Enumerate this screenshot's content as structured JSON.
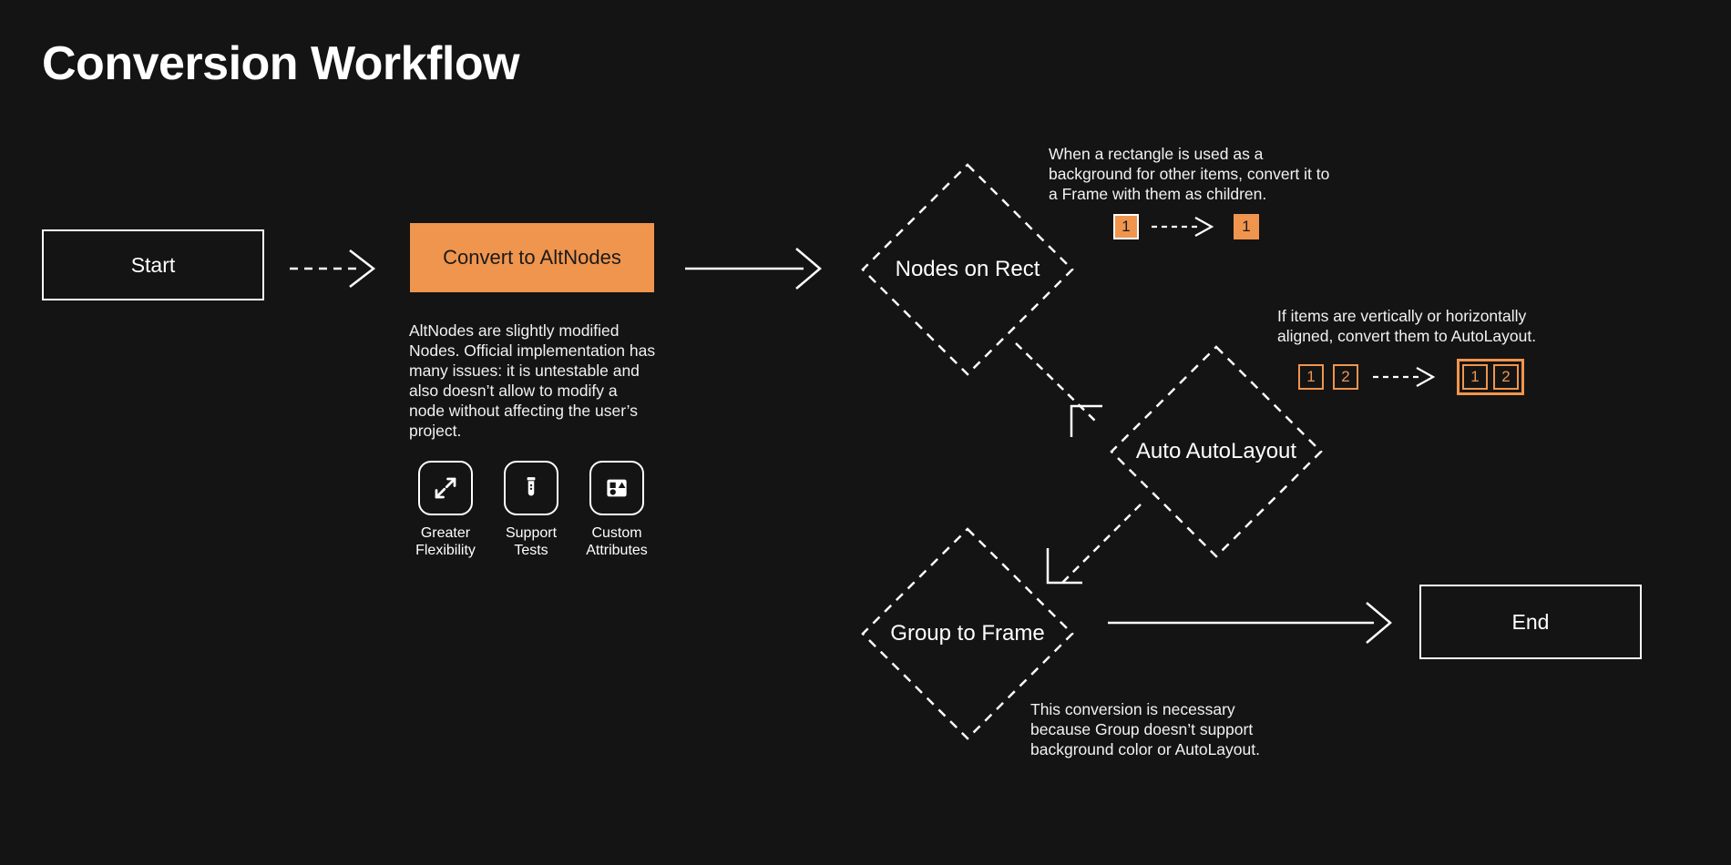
{
  "page": {
    "title": "Conversion Workflow",
    "background_color": "#141414",
    "accent_color": "#F0954E",
    "text_color": "#ffffff"
  },
  "nodes": {
    "start": "Start",
    "convert": "Convert to AltNodes",
    "nodes_on_rect": "Nodes on Rect",
    "auto_autolayout": "Auto AutoLayout",
    "group_to_frame": "Group to Frame",
    "end": "End"
  },
  "notes": {
    "altnodes_desc": "AltNodes are slightly modified Nodes. Official implementation has many issues: it is untestable and also doesn’t allow to modify a node without affecting the user’s project.",
    "rect_background": "When a rectangle is used as a background for other items, convert it to a Frame with them as children.",
    "aligned_items": "If items are vertically or horizontally aligned, convert them to AutoLayout.",
    "group_conversion": "This conversion is necessary because Group doesn’t support background color or AutoLayout."
  },
  "features": [
    {
      "icon": "expand-arrows-icon",
      "label": "Greater\nFlexibility"
    },
    {
      "icon": "test-tube-icon",
      "label": "Support\nTests"
    },
    {
      "icon": "shapes-icon",
      "label": "Custom\nAttributes"
    }
  ],
  "badges": {
    "rect": {
      "before": [
        "1"
      ],
      "after": [
        "1"
      ]
    },
    "align": {
      "before": [
        "1",
        "2"
      ],
      "after": [
        "1",
        "2"
      ]
    }
  }
}
